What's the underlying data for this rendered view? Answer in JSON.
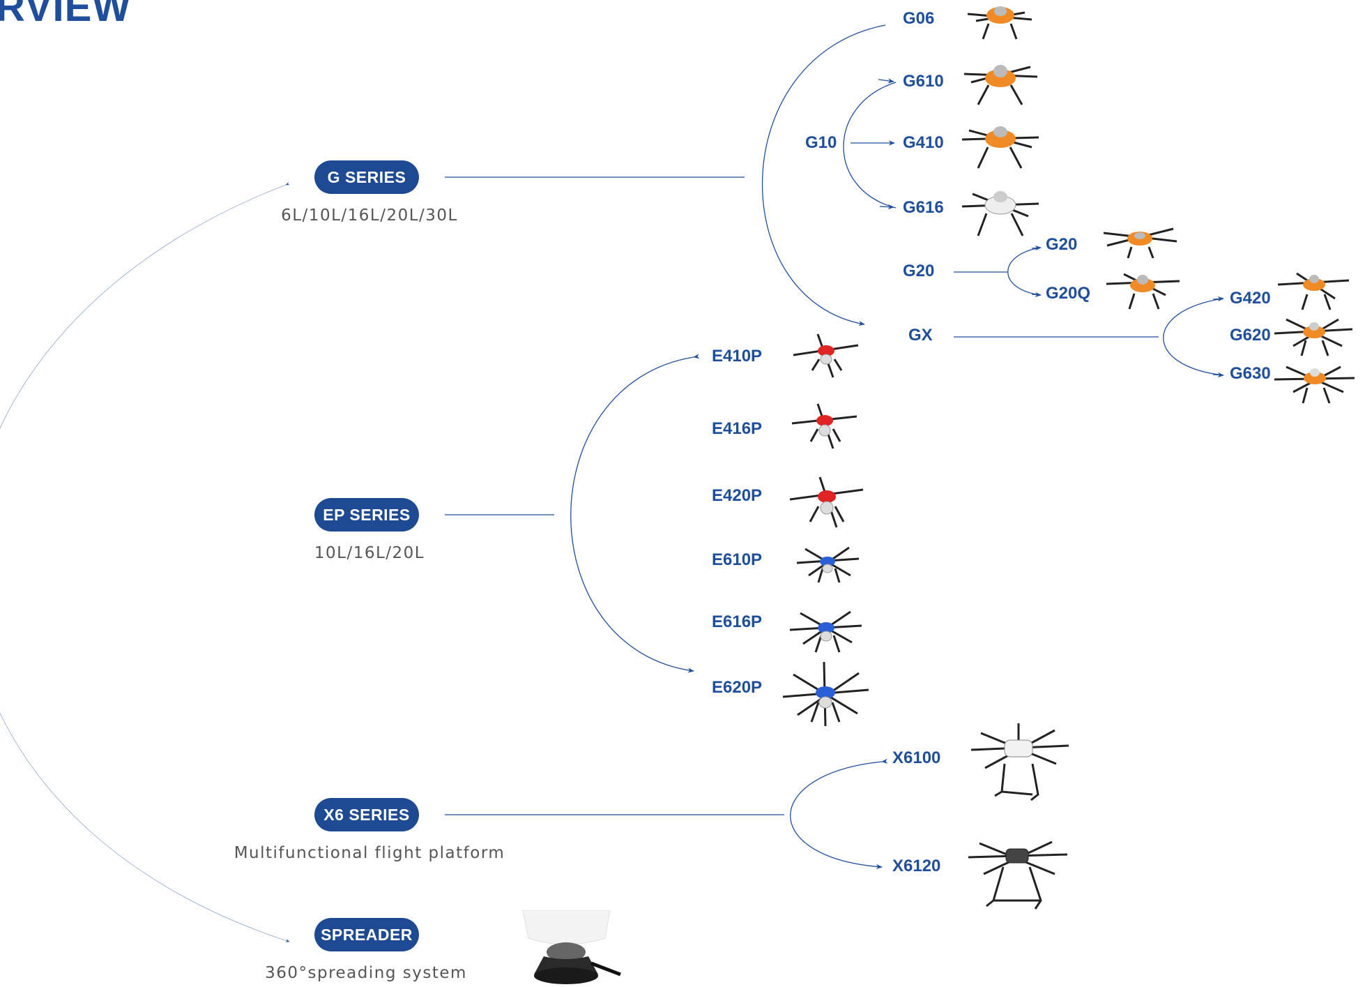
{
  "heading": "RVIEW",
  "colors": {
    "accent": "#1f4e9c",
    "pill_bg": "#1e4a94",
    "caption": "#555555",
    "orange_drone": "#f08a24",
    "red_drone": "#e02424",
    "blue_drone": "#2b5fd6"
  },
  "series": {
    "g": {
      "label": "G SERIES",
      "caption": "6L/10L/16L/20L/30L"
    },
    "ep": {
      "label": "EP SERIES",
      "caption": "10L/16L/20L"
    },
    "x6": {
      "label": "X6 SERIES",
      "caption": "Multifunctional flight platform"
    },
    "spreader": {
      "label": "SPREADER",
      "caption": "360°spreading system"
    }
  },
  "nodes": {
    "g06": "G06",
    "g10": "G10",
    "g610": "G610",
    "g410": "G410",
    "g616": "G616",
    "g20": "G20",
    "g20_a": "G20",
    "g20q": "G20Q",
    "gx": "GX",
    "g420": "G420",
    "g620": "G620",
    "g630": "G630",
    "e410p": "E410P",
    "e416p": "E416P",
    "e420p": "E420P",
    "e610p": "E610P",
    "e616p": "E616P",
    "e620p": "E620P",
    "x6100": "X6100",
    "x6120": "X6120"
  },
  "drone_images": [
    {
      "name": "g06-drone-image",
      "icon": "quad-sprayer",
      "color": "orange"
    },
    {
      "name": "g610-drone-image",
      "icon": "hexa-sprayer",
      "color": "orange"
    },
    {
      "name": "g410-drone-image",
      "icon": "quad-sprayer",
      "color": "orange"
    },
    {
      "name": "g616-drone-image",
      "icon": "hexa-sprayer",
      "color": "white"
    },
    {
      "name": "g20-drone-image",
      "icon": "hexa-sprayer",
      "color": "orange"
    },
    {
      "name": "g20q-drone-image",
      "icon": "quad-sprayer",
      "color": "orange"
    },
    {
      "name": "g420-drone-image",
      "icon": "quad-sprayer",
      "color": "orange"
    },
    {
      "name": "g620-drone-image",
      "icon": "hexa-sprayer",
      "color": "orange"
    },
    {
      "name": "g630-drone-image",
      "icon": "hexa-sprayer",
      "color": "orange"
    },
    {
      "name": "e410p-drone-image",
      "icon": "quad-sprayer",
      "color": "red"
    },
    {
      "name": "e416p-drone-image",
      "icon": "quad-sprayer",
      "color": "red"
    },
    {
      "name": "e420p-drone-image",
      "icon": "quad-sprayer",
      "color": "red"
    },
    {
      "name": "e610p-drone-image",
      "icon": "hexa-sprayer",
      "color": "blue"
    },
    {
      "name": "e616p-drone-image",
      "icon": "hexa-sprayer",
      "color": "blue"
    },
    {
      "name": "e620p-drone-image",
      "icon": "hexa-sprayer",
      "color": "blue"
    },
    {
      "name": "x6100-drone-image",
      "icon": "hexa-frame",
      "color": "white"
    },
    {
      "name": "x6120-drone-image",
      "icon": "hexa-frame",
      "color": "black"
    },
    {
      "name": "spreader-image",
      "icon": "spreader-device",
      "color": "black"
    }
  ]
}
